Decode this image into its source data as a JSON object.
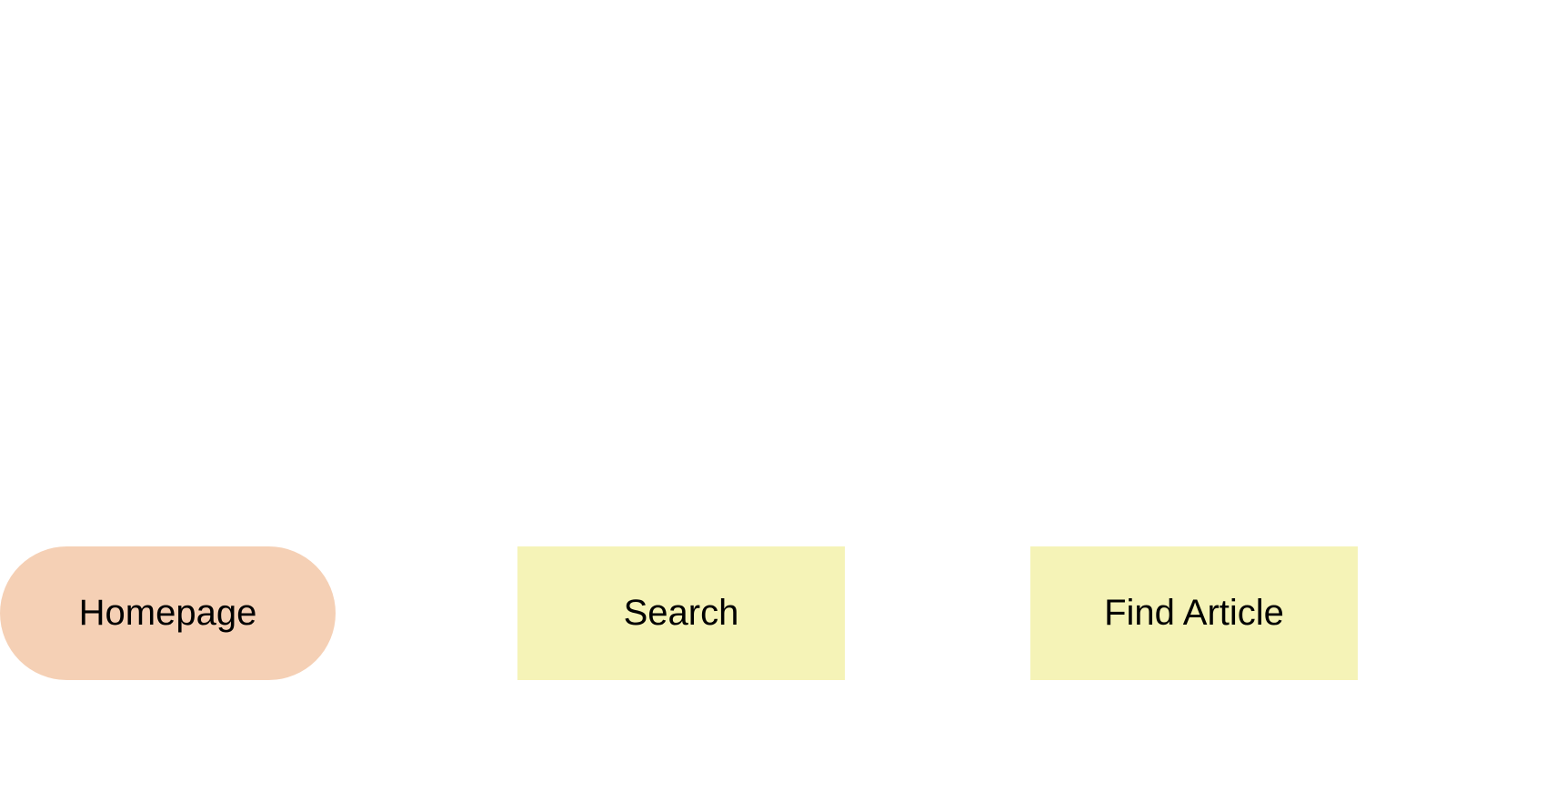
{
  "diagram": {
    "nodes": [
      {
        "id": "homepage",
        "label": "Homepage",
        "shape": "terminal",
        "color": "#f5d0b5"
      },
      {
        "id": "search",
        "label": "Search",
        "shape": "process",
        "color": "#f5f3b7"
      },
      {
        "id": "find_article",
        "label": "Find Article",
        "shape": "process",
        "color": "#f5f3b7"
      }
    ]
  }
}
